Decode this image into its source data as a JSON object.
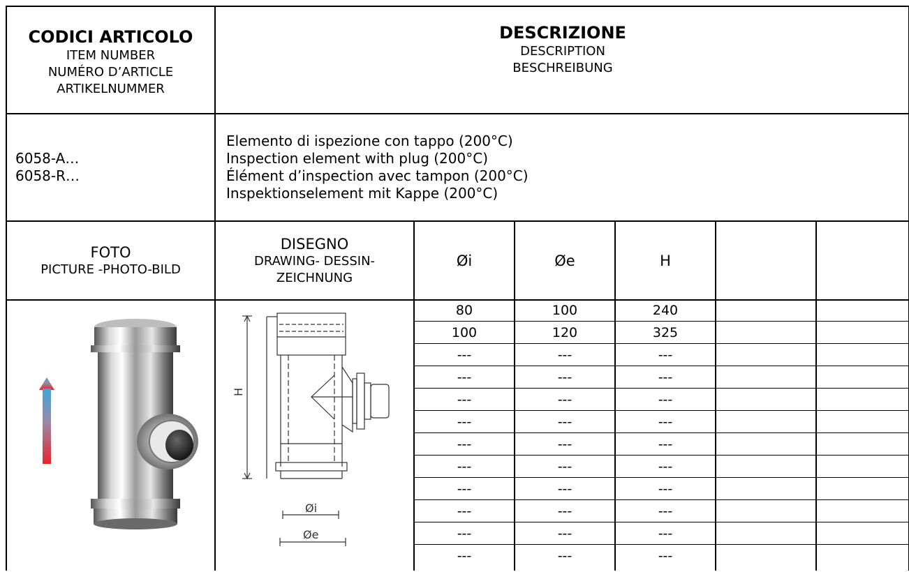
{
  "header": {
    "codes_title": "CODICI ARTICOLO",
    "codes_sub": [
      "ITEM NUMBER",
      "NUMÉRO D’ARTICLE",
      "ARTIKELNUMMER"
    ],
    "desc_title": "DESCRIZIONE",
    "desc_sub": [
      "DESCRIPTION",
      "BESCHREIBUNG"
    ]
  },
  "item": {
    "codes": [
      "6058-A…",
      "6058-R…"
    ],
    "descriptions": [
      "Elemento di ispezione con tappo (200°C)",
      "Inspection element with plug (200°C)",
      "Élément d’inspection avec tampon (200°C)",
      "Inspektionselement mit Kappe (200°C)"
    ]
  },
  "columns": {
    "foto": [
      "FOTO",
      "PICTURE -PHOTO-BILD"
    ],
    "disegno": [
      "DISEGNO",
      "DRAWING- DESSIN-",
      "ZEICHNUNG"
    ],
    "oi": "Øi",
    "oe": "Øe",
    "h": "H"
  },
  "drawing_labels": {
    "h": "H",
    "oi": "Øi",
    "oe": "Øe"
  },
  "rows": [
    [
      "80",
      "100",
      "240"
    ],
    [
      "100",
      "120",
      "325"
    ],
    [
      "---",
      "---",
      "---"
    ],
    [
      "---",
      "---",
      "---"
    ],
    [
      "---",
      "---",
      "---"
    ],
    [
      "---",
      "---",
      "---"
    ],
    [
      "---",
      "---",
      "---"
    ],
    [
      "---",
      "---",
      "---"
    ],
    [
      "---",
      "---",
      "---"
    ],
    [
      "---",
      "---",
      "---"
    ],
    [
      "---",
      "---",
      "---"
    ],
    [
      "---",
      "---",
      "---"
    ]
  ],
  "colors": {
    "border": "#000000",
    "arrow_top": "#3fa6d6",
    "arrow_bottom": "#e8242c"
  }
}
